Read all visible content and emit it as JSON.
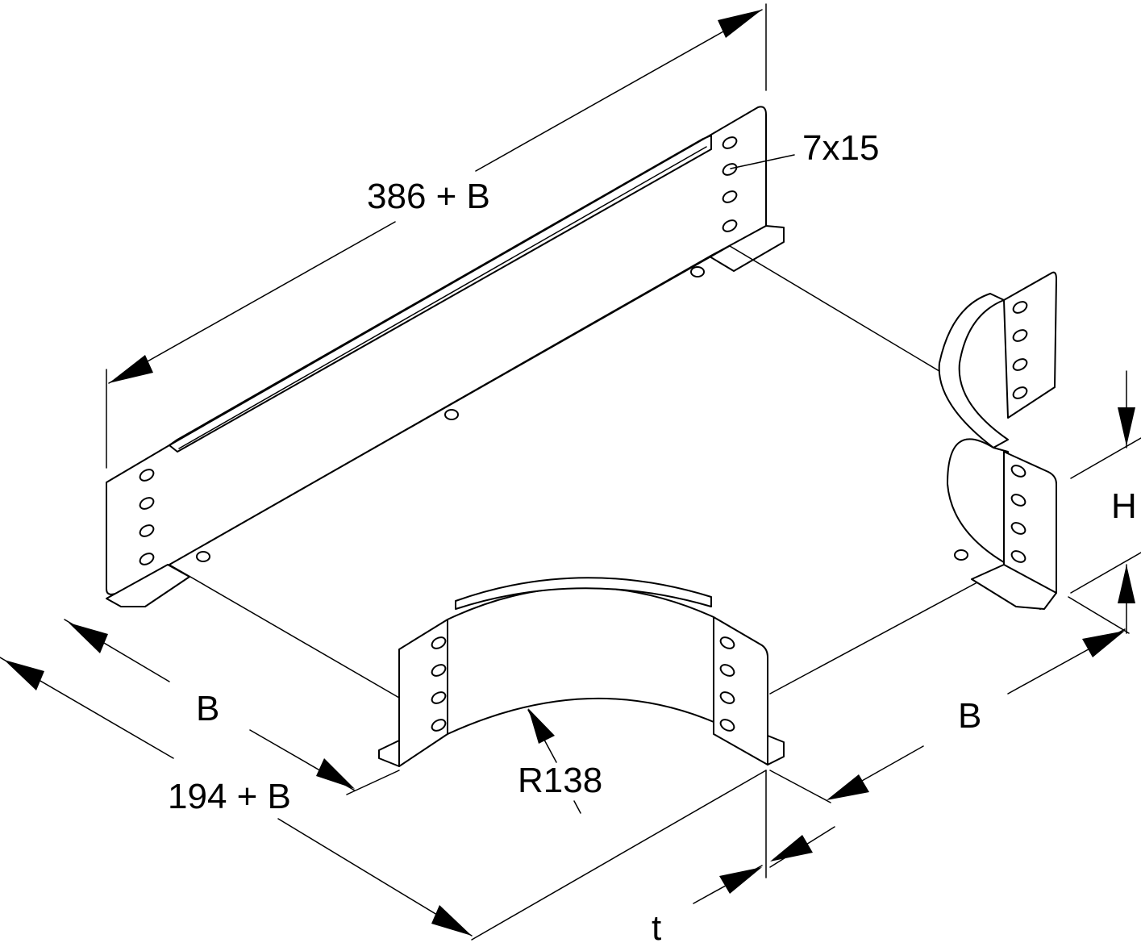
{
  "diagram": {
    "labels": {
      "length": "386 + B",
      "slot": "7x15",
      "width_left": "B",
      "overall_width": "194 + B",
      "width_right": "B",
      "height": "H",
      "radius": "R138",
      "thickness": "t"
    }
  }
}
